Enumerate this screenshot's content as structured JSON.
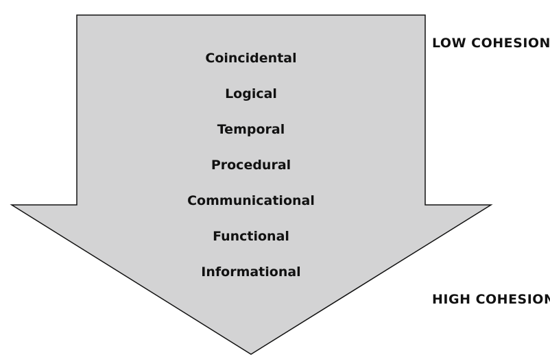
{
  "labels": {
    "low": "LOW COHESION",
    "high": "HIGH COHESION"
  },
  "levels": [
    "Coincidental",
    "Logical",
    "Temporal",
    "Procedural",
    "Communicational",
    "Functional",
    "Informational"
  ],
  "colors": {
    "arrow_fill": "#d3d3d4",
    "arrow_stroke": "#111111",
    "text": "#111111"
  }
}
